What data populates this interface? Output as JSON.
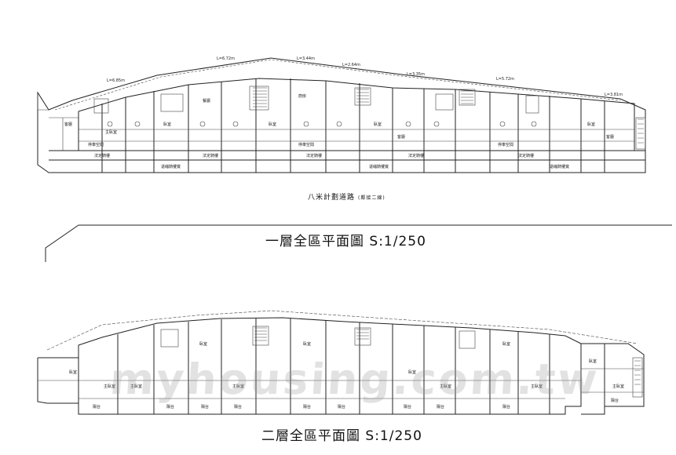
{
  "plan1": {
    "road_label": "八米計劃道路",
    "road_sub": "(鄰接二線)",
    "caption": "一層全區平面圖 S:1/250",
    "room_labels": [
      "客廳",
      "主臥室",
      "臥室",
      "臥室",
      "餐廳",
      "廚房",
      "臥室",
      "客廳",
      "停車空間",
      "停車空間",
      "停車空間",
      "臥室",
      "客廳"
    ],
    "corridor_labels": [
      "法定騎樓",
      "法定騎樓",
      "法定騎樓",
      "退縮騎樓寬",
      "退縮騎樓寬",
      "退縮騎樓寬",
      "法定騎樓",
      "法定騎樓"
    ],
    "dimension_labels": [
      "L=6.85m",
      "L=6.72m",
      "L=3.44m",
      "L=2.64m",
      "L=3.35m",
      "L=5.72m",
      "L=3.81m"
    ]
  },
  "plan2": {
    "caption": "二層全區平面圖 S:1/250",
    "room_labels": [
      "臥室",
      "主臥室",
      "臥室",
      "臥室",
      "臥室",
      "主臥室",
      "主臥室",
      "臥室",
      "主臥室",
      "主臥室",
      "臥室",
      "主臥室"
    ],
    "balcony_labels": [
      "陽台",
      "陽台",
      "陽台",
      "陽台",
      "陽台",
      "陽台",
      "陽台",
      "陽台",
      "陽台",
      "陽台"
    ]
  },
  "watermark": "myhousing.com.tw"
}
